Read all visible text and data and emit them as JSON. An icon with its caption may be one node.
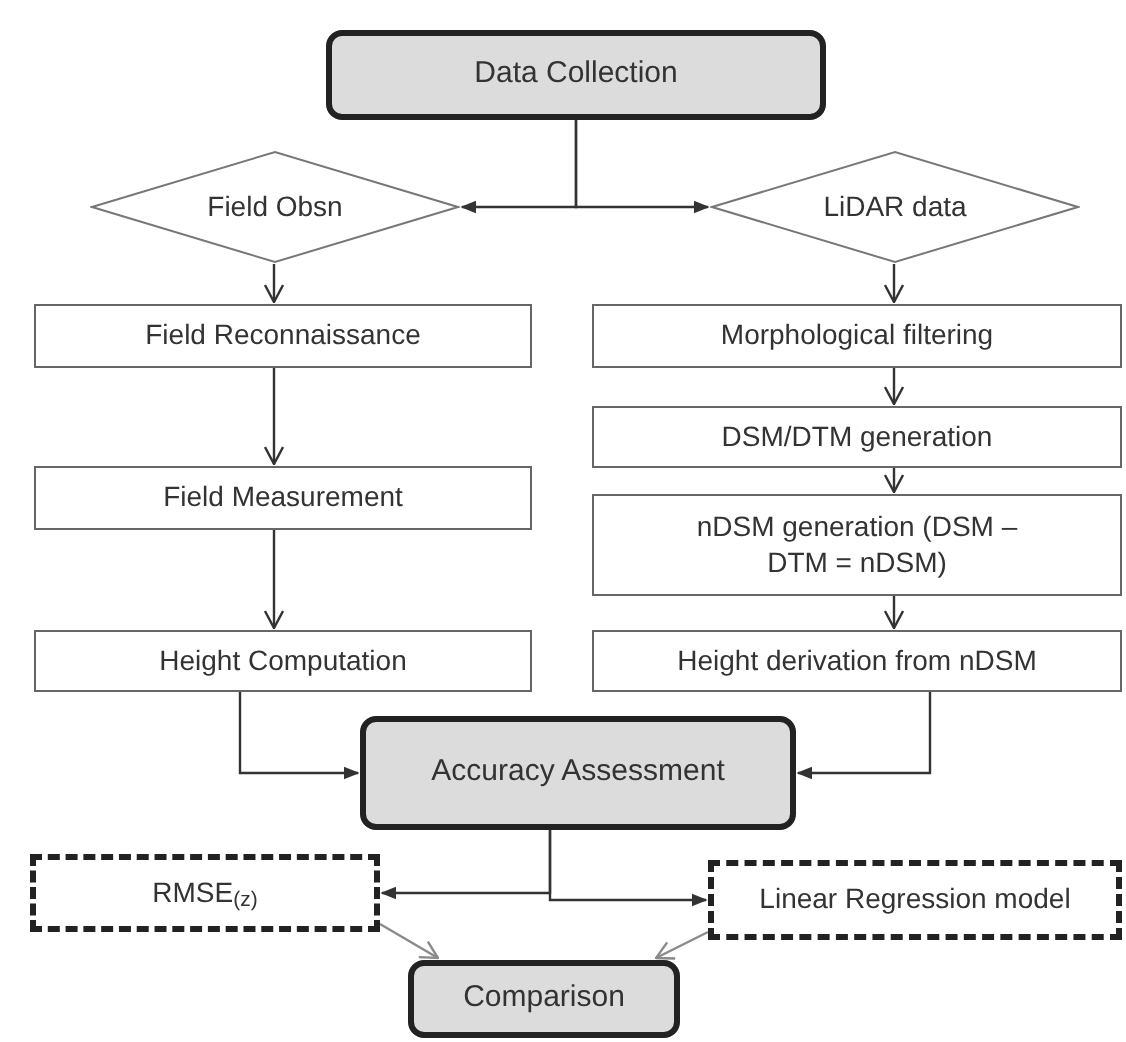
{
  "diagram": {
    "nodes": [
      {
        "text": [
          "Data Collection"
        ]
      },
      {
        "text": [
          "Field Obsn"
        ]
      },
      {
        "text": [
          "LiDAR data"
        ]
      },
      {
        "text": [
          "Field Reconnaissance"
        ]
      },
      {
        "text": [
          "Field Measurement"
        ]
      },
      {
        "text": [
          "Height Computation"
        ]
      },
      {
        "text": [
          "Morphological filtering"
        ]
      },
      {
        "text": [
          "DSM/DTM generation"
        ]
      },
      {
        "text": [
          "nDSM generation (DSM – DTM = nDSM)"
        ]
      },
      {
        "text": [
          "Height derivation from  nDSM"
        ]
      },
      {
        "text": [
          "Accuracy Assessment"
        ]
      },
      {
        "text": [
          "RMSE$_{(z)}$"
        ]
      },
      {
        "text": [
          "Linear Regression model"
        ]
      },
      {
        "text": [
          "Comparison"
        ]
      }
    ],
    "edges": [
      {
        "from": 0,
        "to": 1,
        "arrow": "to"
      },
      {
        "from": 0,
        "to": 2,
        "arrow": "to"
      },
      {
        "from": 1,
        "to": 3,
        "arrow": "to"
      },
      {
        "from": 3,
        "to": 4,
        "arrow": "to"
      },
      {
        "from": 4,
        "to": 5,
        "arrow": "to"
      },
      {
        "from": 2,
        "to": 6,
        "arrow": "to"
      },
      {
        "from": 6,
        "to": 7,
        "arrow": "to"
      },
      {
        "from": 7,
        "to": 8,
        "arrow": "to"
      },
      {
        "from": 8,
        "to": 9,
        "arrow": "to"
      },
      {
        "from": 5,
        "to": 10,
        "arrow": "to"
      },
      {
        "from": 9,
        "to": 10,
        "arrow": "to"
      },
      {
        "from": 10,
        "to": 11,
        "arrow": "to"
      },
      {
        "from": 10,
        "to": 12,
        "arrow": "to"
      },
      {
        "from": 11,
        "to": 13,
        "arrow": "to",
        "color": "#8a8a8a"
      },
      {
        "from": 12,
        "to": 13,
        "arrow": "to",
        "color": "#8a8a8a"
      }
    ]
  }
}
